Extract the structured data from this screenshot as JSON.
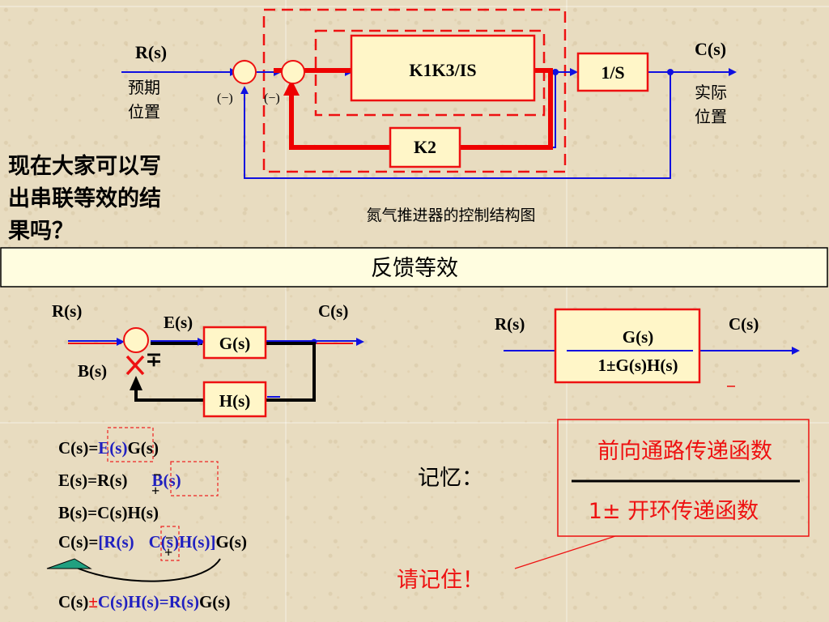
{
  "top": {
    "input_label": "R(s)",
    "input_desc_1": "预期",
    "input_desc_2": "位置",
    "output_label": "C(s)",
    "output_desc_1": "实际",
    "output_desc_2": "位置",
    "sign_1": "(−)",
    "sign_2": "(−)",
    "block_forward": "K1K3/IS",
    "block_integrator": "1/S",
    "block_feedback": "K2",
    "caption": "氮气推进器的控制结构图"
  },
  "question_line_1": "现在大家可以写",
  "question_line_2": "出串联等效的结",
  "question_line_3": "果吗？",
  "section_title": "反馈等效",
  "loop": {
    "r": "R(s)",
    "e": "E(s)",
    "c": "C(s)",
    "b": "B(s)",
    "g": "G(s)",
    "h": "H(s)",
    "sign": "∓"
  },
  "equivalent": {
    "r": "R(s)",
    "c": "C(s)",
    "numerator": "G(s)",
    "denominator": "1±G(s)H(s)"
  },
  "equations": {
    "eq1_pre": "C(s)=",
    "eq1_mid": "E(s)",
    "eq1_post": "G(s)",
    "eq2_pre": "E(s)=R(s)",
    "eq2_minus": "−",
    "eq2_plus": "+",
    "eq2_post": "B(s)",
    "eq3": "B(s)=C(s)H(s)",
    "eq4_pre": "C(s)=",
    "eq4_a": "[R(s)",
    "eq4_minus": "−",
    "eq4_plus": "+",
    "eq4_b": "C(s)H(s)]",
    "eq4_post": "G(s)",
    "eq5_a": "C(s)",
    "eq5_pm": "±",
    "eq5_b": "C(s)H(s)=R(s)",
    "eq5_post": "G(s)"
  },
  "memory": {
    "label": "记忆：",
    "numerator": "前向通路传递函数",
    "denominator": "1± 开环传递函数",
    "remember": "请记住！"
  }
}
